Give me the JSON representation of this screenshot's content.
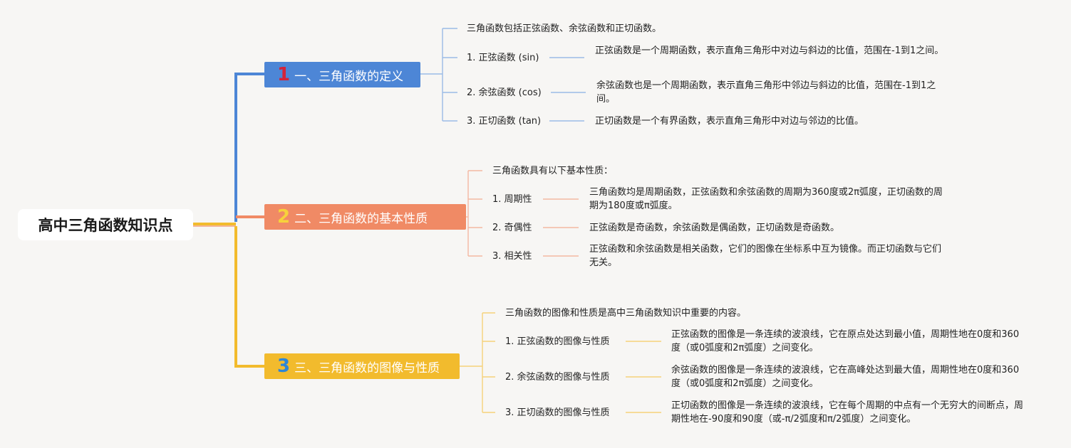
{
  "root": {
    "title": "高中三角函数知识点"
  },
  "colors": {
    "b1": "#4d86d6",
    "b2": "#f08a65",
    "b3": "#f2bb2d",
    "root_link": "#f2bb2d"
  },
  "branches": [
    {
      "number": "1",
      "title": "一、三角函数的定义",
      "intro": "三角函数包括正弦函数、余弦函数和正切函数。",
      "items": [
        {
          "label": "1. 正弦函数 (sin)",
          "desc": "正弦函数是一个周期函数，表示直角三角形中对边与斜边的比值，范围在-1到1之间。"
        },
        {
          "label": "2. 余弦函数 (cos)",
          "desc": "余弦函数也是一个周期函数，表示直角三角形中邻边与斜边的比值，范围在-1到1之间。"
        },
        {
          "label": "3. 正切函数 (tan)",
          "desc": "正切函数是一个有界函数，表示直角三角形中对边与邻边的比值。"
        }
      ]
    },
    {
      "number": "2",
      "title": "二、三角函数的基本性质",
      "intro": "三角函数具有以下基本性质：",
      "items": [
        {
          "label": "1. 周期性",
          "desc": "三角函数均是周期函数，正弦函数和余弦函数的周期为360度或2π弧度，正切函数的周期为180度或π弧度。"
        },
        {
          "label": "2. 奇偶性",
          "desc": "正弦函数是奇函数，余弦函数是偶函数，正切函数是奇函数。"
        },
        {
          "label": "3. 相关性",
          "desc": "正弦函数和余弦函数是相关函数，它们的图像在坐标系中互为镜像。而正切函数与它们无关。"
        }
      ]
    },
    {
      "number": "3",
      "title": "三、三角函数的图像与性质",
      "intro": "三角函数的图像和性质是高中三角函数知识中重要的内容。",
      "items": [
        {
          "label": "1. 正弦函数的图像与性质",
          "desc": "正弦函数的图像是一条连续的波浪线，它在原点处达到最小值，周期性地在0度和360度（或0弧度和2π弧度）之间变化。"
        },
        {
          "label": "2. 余弦函数的图像与性质",
          "desc": "余弦函数的图像是一条连续的波浪线，它在高峰处达到最大值，周期性地在0度和360度（或0弧度和2π弧度）之间变化。"
        },
        {
          "label": "3. 正切函数的图像与性质",
          "desc": "正切函数的图像是一条连续的波浪线，它在每个周期的中点有一个无穷大的间断点，周期性地在-90度和90度（或-π/2弧度和π/2弧度）之间变化。"
        }
      ]
    }
  ]
}
